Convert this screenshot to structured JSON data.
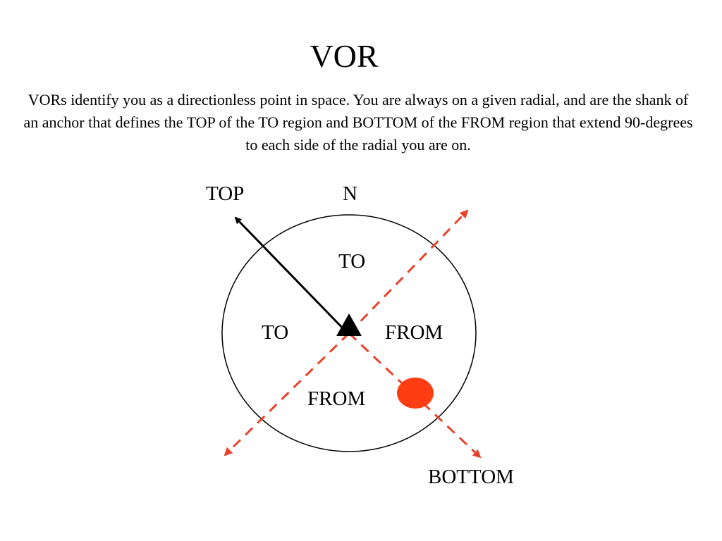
{
  "slide": {
    "title": "VOR",
    "body": "VORs identify you as a directionless point in space.  You are always on a given radial, and are the shank of an anchor that defines the TOP of the TO region and BOTTOM of the FROM region that extend 90-degrees to each side of the radial you are on."
  },
  "diagram": {
    "labels": {
      "top": "TOP",
      "north": "N",
      "to_upper": "TO",
      "to_left": "TO",
      "from_right": "FROM",
      "from_lower": "FROM",
      "bottom": "BOTTOM"
    },
    "colors": {
      "dashed_line": "#e8432a",
      "aircraft_dot": "#ff3d12",
      "outline": "#000000"
    }
  }
}
